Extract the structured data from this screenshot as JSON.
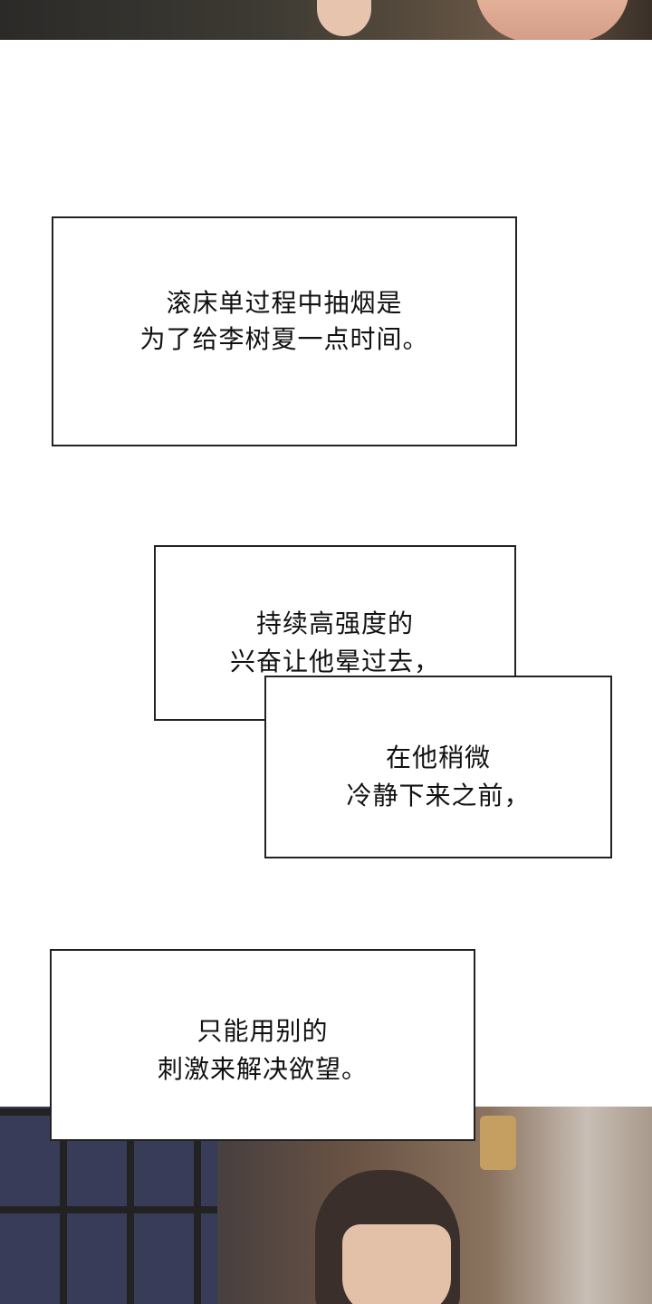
{
  "captions": {
    "box1": {
      "line1": "滚床单过程中抽烟是",
      "line2": "为了给李树夏一点时间。"
    },
    "box2": {
      "line1": "持续高强度的",
      "line2": "兴奋让他晕过去，"
    },
    "box3": {
      "line1": "在他稍微",
      "line2": "冷静下来之前，"
    },
    "box4": {
      "line1": "只能用别的",
      "line2": "刺激来解决欲望。"
    }
  }
}
